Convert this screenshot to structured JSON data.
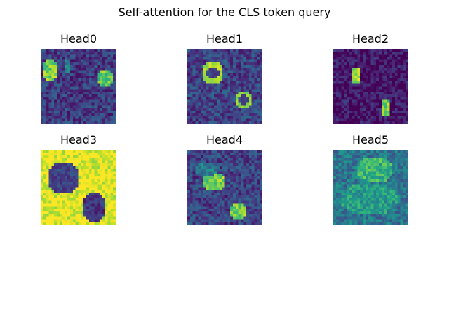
{
  "figure": {
    "suptitle": "Self-attention for the CLS token query"
  },
  "colors": {
    "colormap": "viridis",
    "viridis_stops": [
      "#440154",
      "#482878",
      "#3e4989",
      "#31688e",
      "#26828e",
      "#1f9e89",
      "#35b779",
      "#6ece58",
      "#b5de2b",
      "#fde725"
    ]
  },
  "chart_data": [
    {
      "type": "heatmap",
      "title": "Head0",
      "grid": [
        28,
        28
      ],
      "value_range": [
        0,
        1
      ],
      "axes_visible": false,
      "hot_regions": [
        {
          "r": 3,
          "c": 0,
          "h": 9,
          "w": 6,
          "v": 0.95
        },
        {
          "r": 7,
          "c": 20,
          "h": 7,
          "w": 7,
          "v": 0.9
        },
        {
          "r": 3,
          "c": 8,
          "h": 6,
          "w": 3,
          "v": 0.6
        }
      ],
      "background": 0.18
    },
    {
      "type": "heatmap",
      "title": "Head1",
      "grid": [
        28,
        28
      ],
      "value_range": [
        0,
        1
      ],
      "axes_visible": false,
      "hot_regions": [
        {
          "r": 4,
          "c": 5,
          "h": 9,
          "w": 8,
          "v": 0.95,
          "ring": true
        },
        {
          "r": 15,
          "c": 17,
          "h": 7,
          "w": 7,
          "v": 0.9,
          "ring": true
        }
      ],
      "background": 0.2
    },
    {
      "type": "heatmap",
      "title": "Head2",
      "grid": [
        28,
        28
      ],
      "value_range": [
        0,
        1
      ],
      "axes_visible": false,
      "hot_regions": [
        {
          "r": 6,
          "c": 6,
          "h": 7,
          "w": 4,
          "v": 1.0
        },
        {
          "r": 18,
          "c": 17,
          "h": 7,
          "w": 4,
          "v": 0.95
        }
      ],
      "background": 0.05
    },
    {
      "type": "heatmap",
      "title": "Head3",
      "grid": [
        28,
        28
      ],
      "value_range": [
        0,
        1
      ],
      "axes_visible": false,
      "hot_regions": [
        {
          "r": 4,
          "c": 2,
          "h": 12,
          "w": 12,
          "v": 0.1,
          "cold": true
        },
        {
          "r": 15,
          "c": 15,
          "h": 12,
          "w": 9,
          "v": 0.05,
          "cold": true
        }
      ],
      "background": 0.97
    },
    {
      "type": "heatmap",
      "title": "Head4",
      "grid": [
        28,
        28
      ],
      "value_range": [
        0,
        1
      ],
      "axes_visible": false,
      "hot_regions": [
        {
          "r": 8,
          "c": 5,
          "h": 7,
          "w": 9,
          "v": 0.95
        },
        {
          "r": 19,
          "c": 15,
          "h": 7,
          "w": 7,
          "v": 0.95
        },
        {
          "r": 4,
          "c": 2,
          "h": 6,
          "w": 9,
          "v": 0.55
        }
      ],
      "background": 0.2
    },
    {
      "type": "heatmap",
      "title": "Head5",
      "grid": [
        28,
        28
      ],
      "value_range": [
        0,
        1
      ],
      "axes_visible": false,
      "hot_regions": [
        {
          "r": 2,
          "c": 8,
          "h": 10,
          "w": 14,
          "v": 0.8
        },
        {
          "r": 12,
          "c": 2,
          "h": 12,
          "w": 22,
          "v": 0.7
        }
      ],
      "background": 0.4
    }
  ]
}
